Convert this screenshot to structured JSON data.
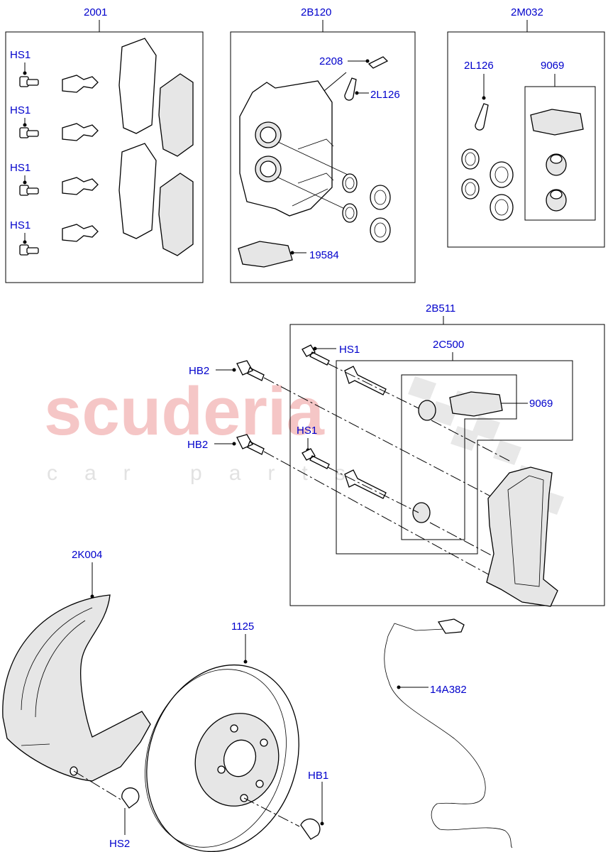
{
  "watermark": {
    "brand": "scuderia",
    "tagline": "car parts"
  },
  "groups": {
    "pads_kit": "2001",
    "caliper": "2B120",
    "repair_kit": "2M032",
    "carrier_assembly": "2B511",
    "mounting_kit": "2C500"
  },
  "callouts": {
    "hs1_a": "HS1",
    "hs1_b": "HS1",
    "hs1_c": "HS1",
    "hs1_d": "HS1",
    "bleed_screw": "2208",
    "bleed_cap": "2L126",
    "grease_pack": "19584",
    "repair_bleed_cap": "2L126",
    "repair_grease_group": "9069",
    "carrier_bolt_hs1_a": "HS1",
    "carrier_bolt_hs1_b": "HS1",
    "hb2_a": "HB2",
    "hb2_b": "HB2",
    "mount_grease": "9069",
    "shield": "2K004",
    "disc": "1125",
    "sensor": "14A382",
    "disc_screw": "HB1",
    "shield_screw": "HS2"
  }
}
